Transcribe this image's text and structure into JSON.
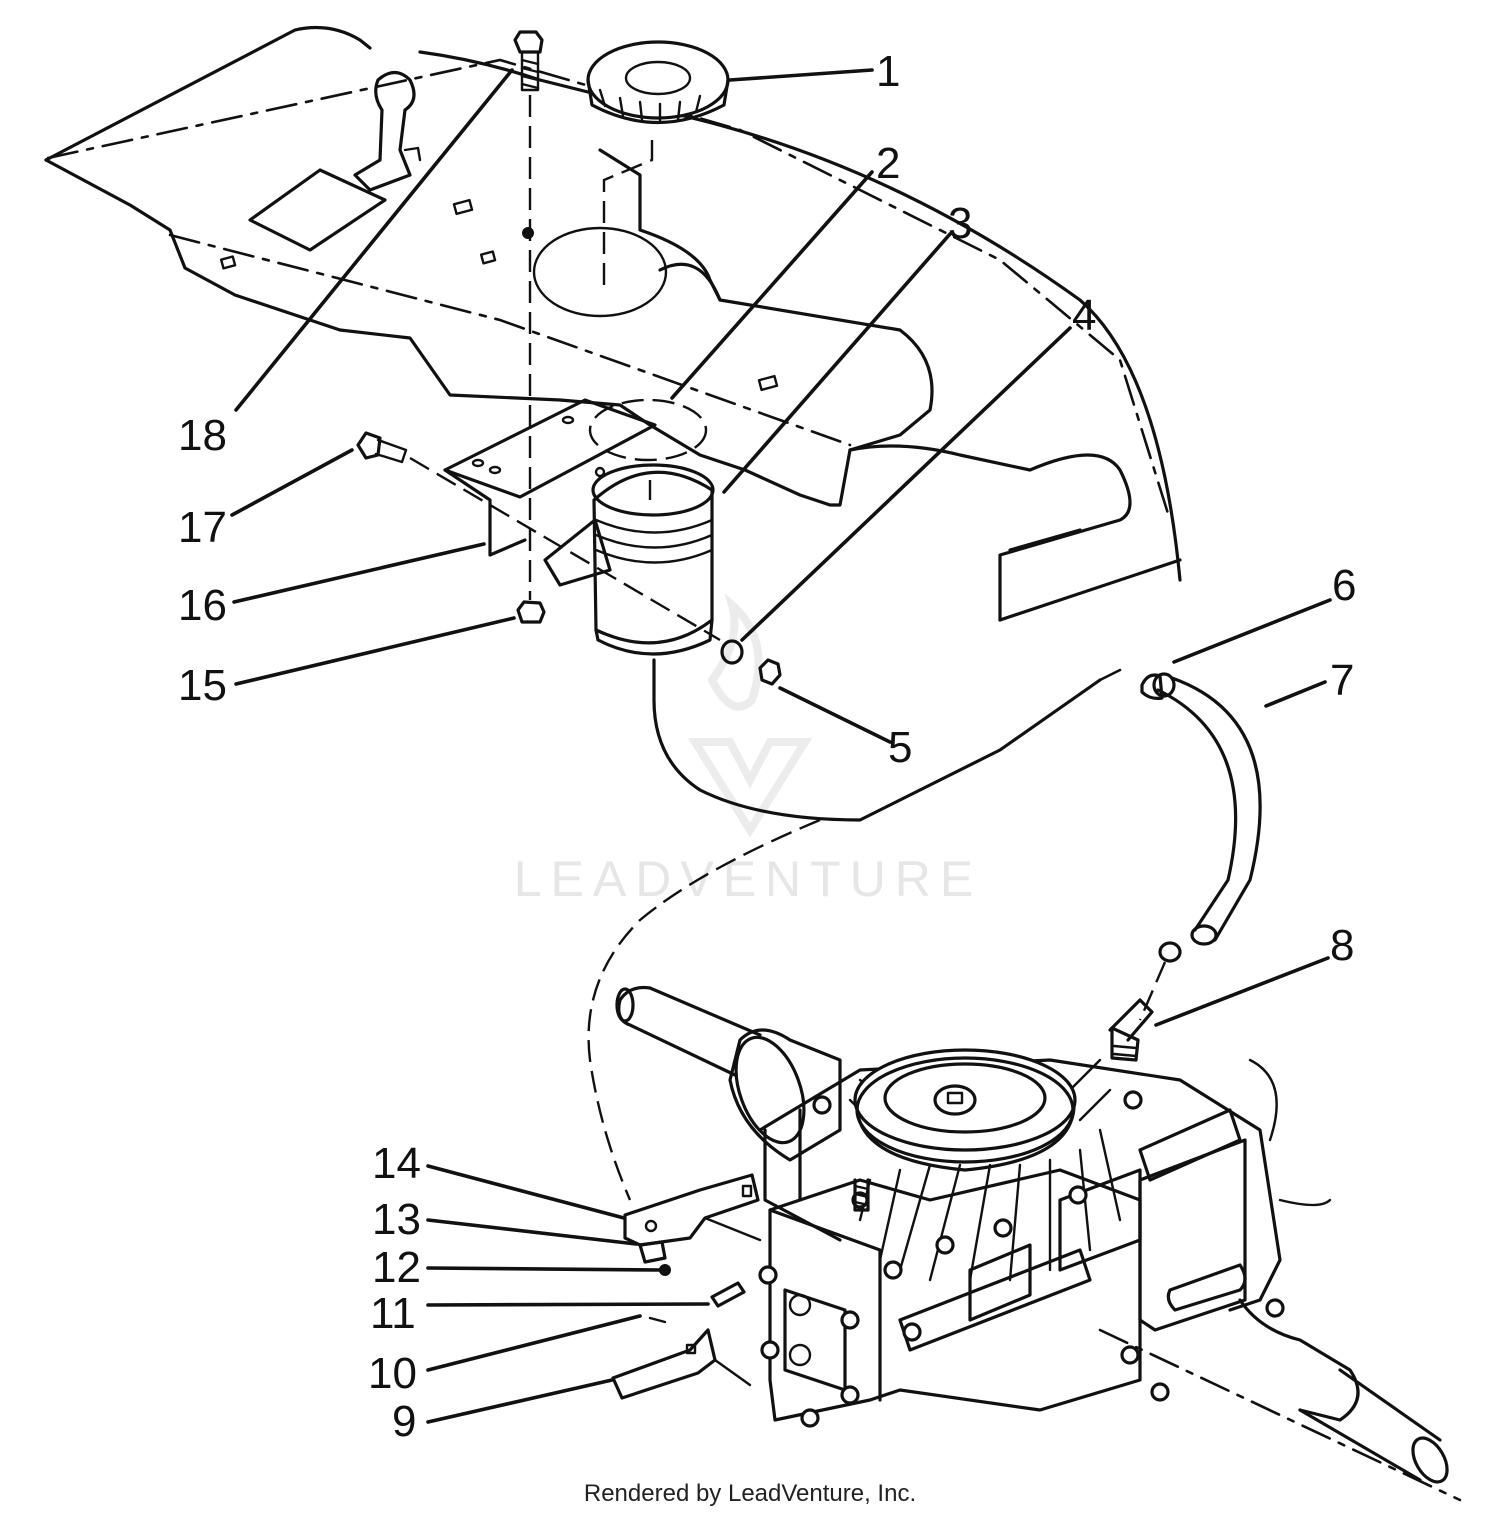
{
  "watermark": "LEADVENTURE",
  "footer": {
    "credit": "Rendered by LeadVenture, Inc."
  },
  "callouts": [
    "1",
    "2",
    "3",
    "4",
    "5",
    "6",
    "7",
    "8",
    "9",
    "10",
    "11",
    "12",
    "13",
    "14",
    "15",
    "16",
    "17",
    "18"
  ],
  "colors": {
    "line": "#111111",
    "background": "#ffffff",
    "watermark": "#e6e6e6"
  }
}
